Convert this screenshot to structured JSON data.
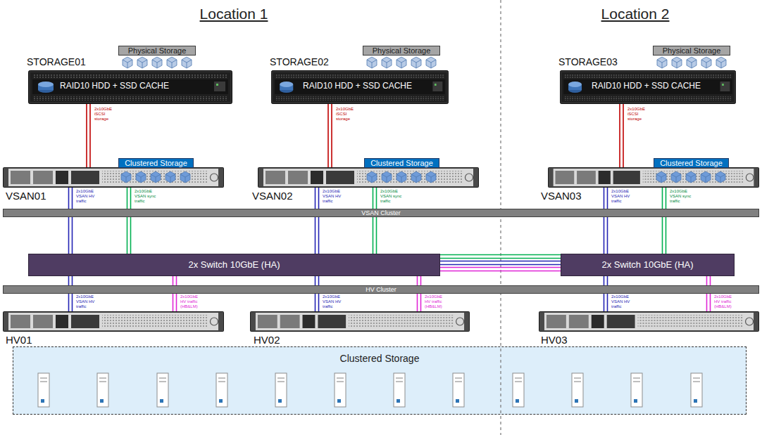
{
  "diagram": {
    "nodes": [
      {
        "text": [
          "STORAGE01",
          "RAID10 HDD + SSD CACHE"
        ]
      },
      {
        "text": [
          "Physical Storage"
        ]
      },
      {
        "text": [
          "STORAGE02",
          "RAID10 HDD + SSD CACHE"
        ]
      },
      {
        "text": [
          "Physical Storage"
        ]
      },
      {
        "text": [
          "STORAGE03",
          "RAID10 HDD + SSD CACHE"
        ]
      },
      {
        "text": [
          "Physical Storage"
        ]
      },
      {
        "text": [
          "VSAN01"
        ]
      },
      {
        "text": [
          "Clustered Storage"
        ]
      },
      {
        "text": [
          "VSAN02"
        ]
      },
      {
        "text": [
          "Clustered Storage"
        ]
      },
      {
        "text": [
          "VSAN03"
        ]
      },
      {
        "text": [
          "Clustered Storage"
        ]
      },
      {
        "text": [
          "VSAN Cluster"
        ]
      },
      {
        "text": [
          "2x Switch 10GbE (HA)"
        ]
      },
      {
        "text": [
          "2x Switch 10GbE (HA)"
        ]
      },
      {
        "text": [
          "HV Cluster"
        ]
      },
      {
        "text": [
          "HV01"
        ]
      },
      {
        "text": [
          "HV02"
        ]
      },
      {
        "text": [
          "HV03"
        ]
      },
      {
        "text": [
          "Clustered Storage"
        ]
      }
    ],
    "edges": [
      {
        "from": 0,
        "to": 6,
        "arrow": "none",
        "label": "2x10GbE iSCSI storage"
      },
      {
        "from": 2,
        "to": 8,
        "arrow": "none",
        "label": "2x10GbE iSCSI storage"
      },
      {
        "from": 4,
        "to": 10,
        "arrow": "none",
        "label": "2x10GbE iSCSI storage"
      },
      {
        "from": 6,
        "to": 13,
        "arrow": "none",
        "label": "2x10GbE VSAN HV traffic"
      },
      {
        "from": 6,
        "to": 13,
        "arrow": "none",
        "label": "2x10GbE VSAN sync traffic"
      },
      {
        "from": 8,
        "to": 13,
        "arrow": "none",
        "label": "2x10GbE VSAN HV traffic"
      },
      {
        "from": 8,
        "to": 13,
        "arrow": "none",
        "label": "2x10GbE VSAN sync traffic"
      },
      {
        "from": 10,
        "to": 14,
        "arrow": "none",
        "label": "2x10GbE VSAN HV traffic"
      },
      {
        "from": 10,
        "to": 14,
        "arrow": "none",
        "label": "2x10GbE VSAN sync traffic"
      },
      {
        "from": 13,
        "to": 14,
        "arrow": "none"
      },
      {
        "from": 13,
        "to": 14,
        "arrow": "none"
      },
      {
        "from": 13,
        "to": 14,
        "arrow": "none"
      },
      {
        "from": 13,
        "to": 16,
        "arrow": "none",
        "label": "2x10GbE VSAN HV traffic"
      },
      {
        "from": 13,
        "to": 16,
        "arrow": "none",
        "label": "2x10GbE HV traffic (HB&LM)"
      },
      {
        "from": 13,
        "to": 17,
        "arrow": "none",
        "label": "2x10GbE VSAN HV traffic"
      },
      {
        "from": 13,
        "to": 17,
        "arrow": "none",
        "label": "2x10GbE HV traffic (HB&LM)"
      },
      {
        "from": 14,
        "to": 18,
        "arrow": "none",
        "label": "2x10GbE VSAN HV traffic"
      },
      {
        "from": 14,
        "to": 18,
        "arrow": "none",
        "label": "2x10GbE HV traffic (HB&LM)"
      }
    ],
    "labels": [
      "Location 1",
      "Location 2"
    ]
  }
}
